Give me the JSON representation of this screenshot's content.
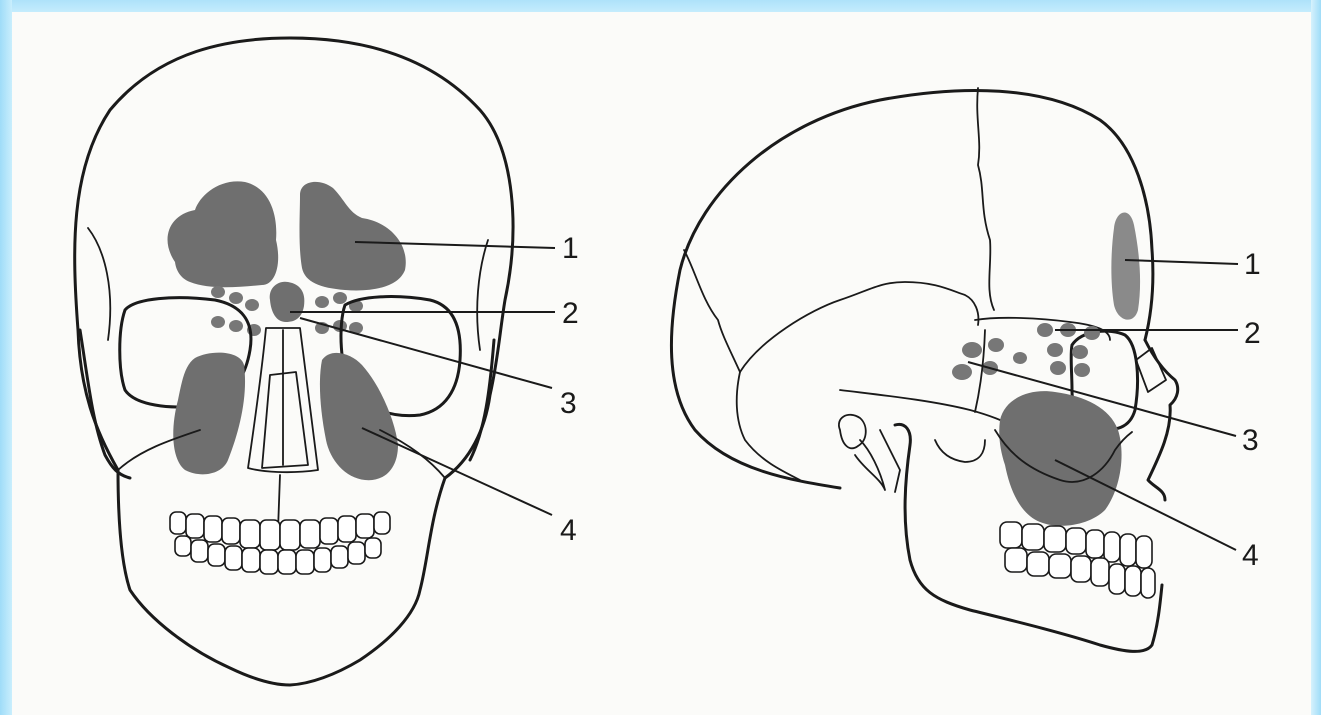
{
  "front_view": {
    "callouts": [
      {
        "id": "1",
        "label": "1"
      },
      {
        "id": "2",
        "label": "2"
      },
      {
        "id": "3",
        "label": "3"
      },
      {
        "id": "4",
        "label": "4"
      }
    ]
  },
  "lateral_view": {
    "callouts": [
      {
        "id": "1",
        "label": "1"
      },
      {
        "id": "2",
        "label": "2"
      },
      {
        "id": "3",
        "label": "3"
      },
      {
        "id": "4",
        "label": "4"
      }
    ]
  },
  "colors": {
    "frame": "#b6e6fb",
    "sinus_shading": "#6f6f6f",
    "line": "#1a1a1a"
  }
}
